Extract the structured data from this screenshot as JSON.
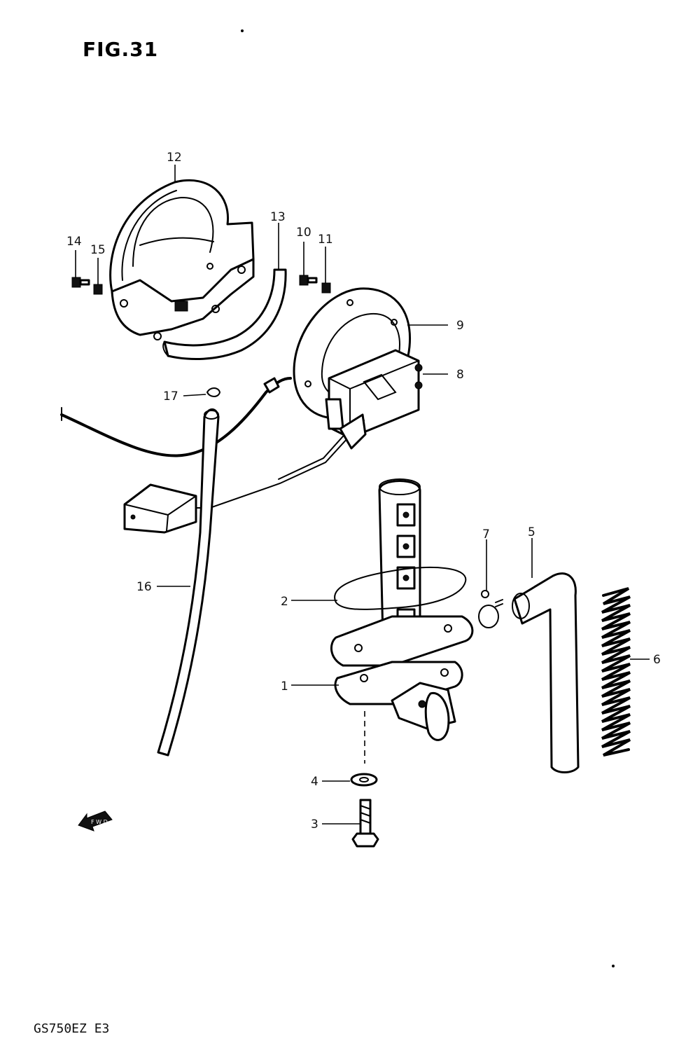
{
  "figure": {
    "title": "FIG.31",
    "model_code": "GS750EZ E3",
    "front_marker_text": "F W D"
  },
  "callouts": [
    "1",
    "2",
    "3",
    "4",
    "5",
    "6",
    "7",
    "8",
    "9",
    "10",
    "11",
    "12",
    "13",
    "14",
    "15",
    "16",
    "17"
  ],
  "colors": {
    "ink": "#000000",
    "paper": "#ffffff"
  }
}
